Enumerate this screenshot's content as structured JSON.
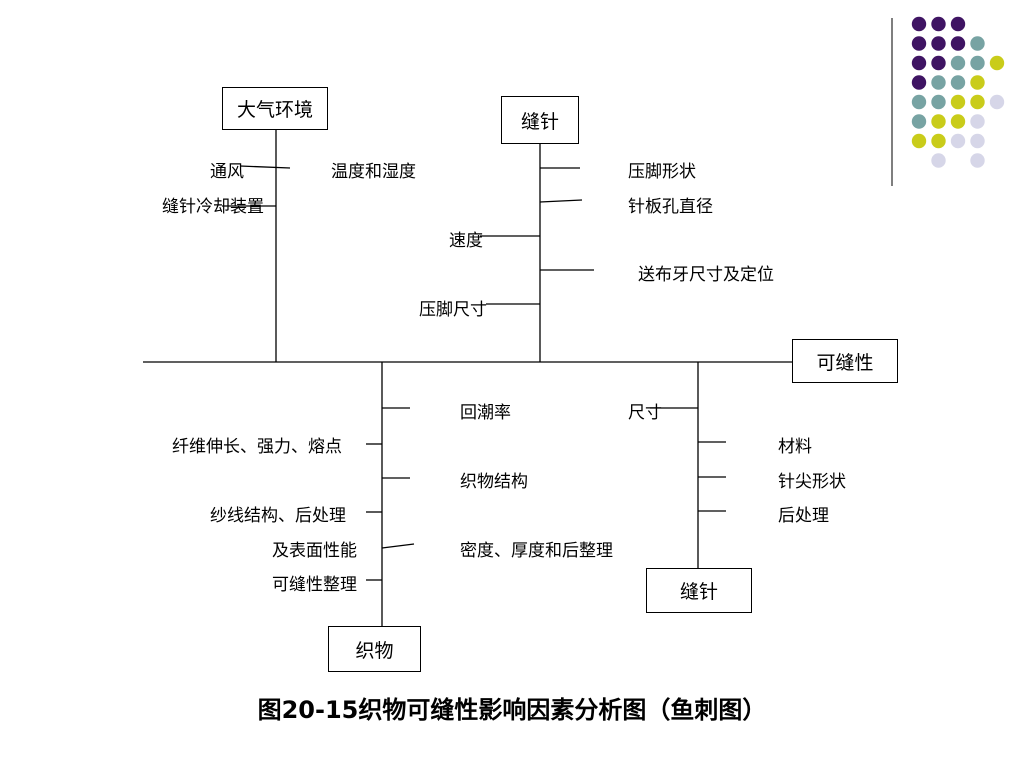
{
  "colors": {
    "purple": "#3f1463",
    "teal": "#77a3a3",
    "yellow": "#c9cc1a",
    "lavender": "#d6d6e8"
  },
  "dot_rows": [
    [
      "purple",
      "purple",
      "purple",
      ""
    ],
    [
      "purple",
      "purple",
      "purple",
      "teal"
    ],
    [
      "purple",
      "purple",
      "teal",
      "teal",
      "yellow"
    ],
    [
      "purple",
      "teal",
      "teal",
      "yellow"
    ],
    [
      "teal",
      "teal",
      "yellow",
      "yellow",
      "lavender"
    ],
    [
      "teal",
      "yellow",
      "yellow",
      "lavender"
    ],
    [
      "yellow",
      "yellow",
      "lavender",
      "lavender"
    ],
    [
      "",
      "lavender",
      "",
      "lavender"
    ]
  ],
  "effect": "可缝性",
  "categories": {
    "atmosphere": "大气环境",
    "needle_top": "缝针",
    "fabric": "织物",
    "needle_bottom": "缝针"
  },
  "causes": {
    "ventilation": "通风",
    "temp_humidity": "温度和湿度",
    "needle_cooling": "缝针冷却装置",
    "presser_shape": "压脚形状",
    "needle_plate_hole": "针板孔直径",
    "speed": "速度",
    "feed_dog": "送布牙尺寸及定位",
    "presser_size": "压脚尺寸",
    "regain": "回潮率",
    "size": "尺寸",
    "fiber": "纤维伸长、强力、熔点",
    "material": "材料",
    "fabric_structure": "织物结构",
    "needle_tip": "针尖形状",
    "yarn_structure": "纱线结构、后处理",
    "post_treatment": "后处理",
    "surface_properties": "及表面性能",
    "density": "密度、厚度和后整理",
    "sewability_finishing": "可缝性整理"
  },
  "caption": "图20-15织物可缝性影响因素分析图（鱼刺图）"
}
